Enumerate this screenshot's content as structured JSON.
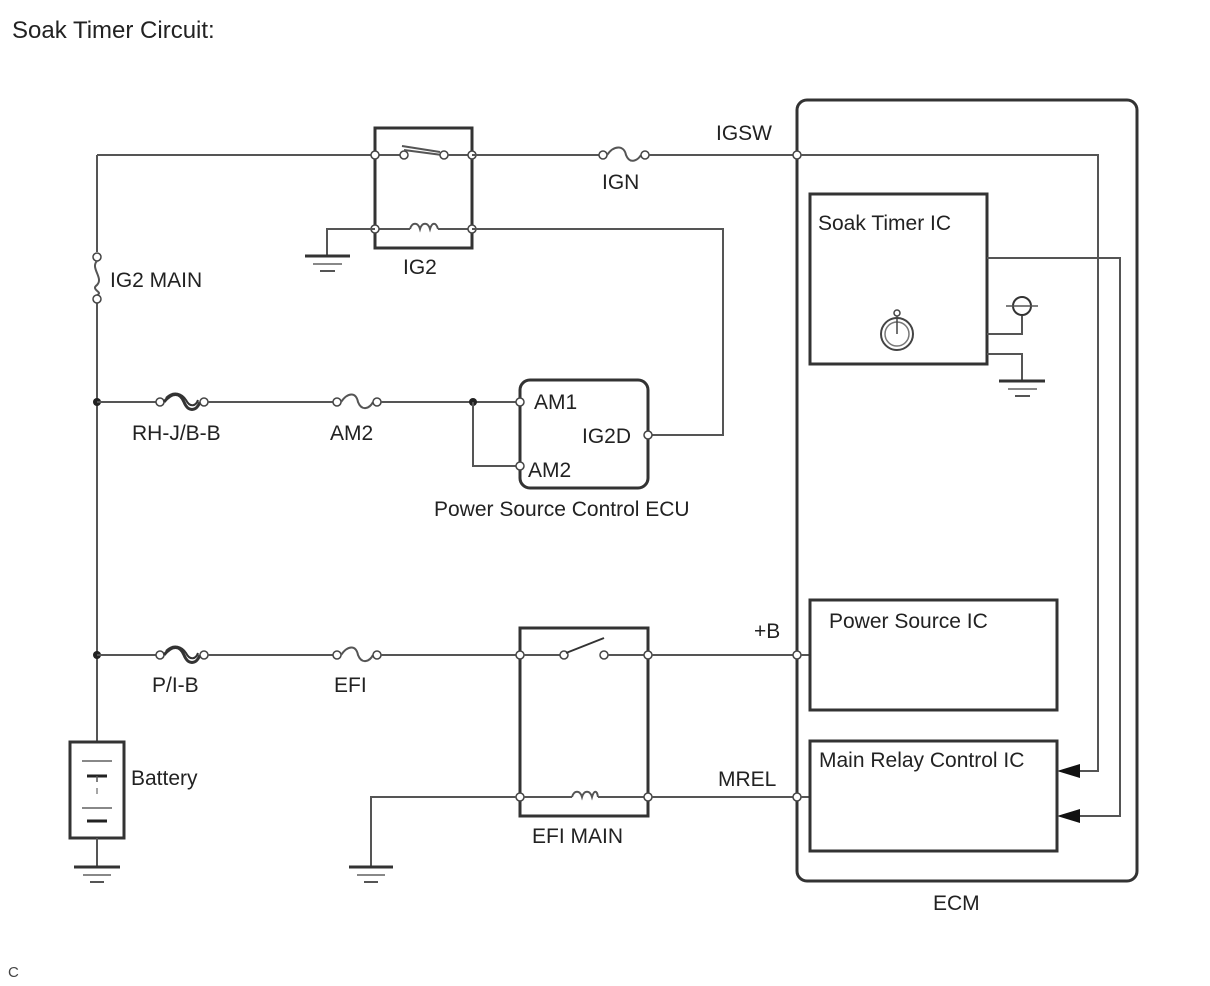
{
  "title": "Soak Timer Circuit:",
  "footer_mark": "C",
  "components": {
    "ig2_relay": "IG2",
    "ign_fuse": "IGN",
    "ig2_main_fuse": "IG2 MAIN",
    "rhjb_fuse": "RH-J/B-B",
    "am2_fuse": "AM2",
    "pi_b_fuse": "P/I-B",
    "efi_fuse": "EFI",
    "efi_main_relay": "EFI MAIN",
    "battery": "Battery",
    "power_source_ecu": {
      "name": "Power Source Control ECU",
      "pins": {
        "am1": "AM1",
        "am2": "AM2",
        "ig2d": "IG2D"
      }
    },
    "ecm": {
      "name": "ECM",
      "terminals": {
        "igsw": "IGSW",
        "plus_b": "+B",
        "mrel": "MREL"
      },
      "blocks": {
        "soak_timer": "Soak Timer IC",
        "power_source": "Power Source IC",
        "main_relay_control": "Main Relay Control IC"
      }
    }
  }
}
